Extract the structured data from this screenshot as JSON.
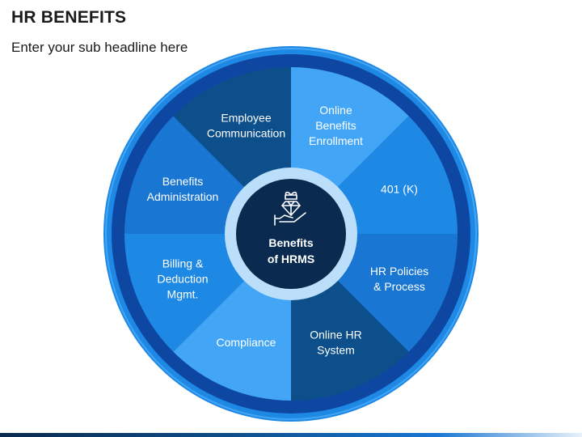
{
  "title": "HR BENEFITS",
  "subtitle": "Enter your sub headline here",
  "center": {
    "lines": [
      "Benefits",
      "of HRMS"
    ],
    "icon": "hand-diamond-gift-icon"
  },
  "segments": [
    {
      "name": "online-benefits-enrollment",
      "lines": [
        "Online",
        "Benefits",
        "Enrollment"
      ],
      "color": "#42a5f5"
    },
    {
      "name": "401k",
      "lines": [
        "401 (K)"
      ],
      "color": "#1e88e5"
    },
    {
      "name": "hr-policies-process",
      "lines": [
        "HR Policies",
        "& Process"
      ],
      "color": "#1976d2"
    },
    {
      "name": "online-hr-system",
      "lines": [
        "Online HR",
        "System"
      ],
      "color": "#0d4f8b"
    },
    {
      "name": "compliance",
      "lines": [
        "Compliance"
      ],
      "color": "#42a5f5"
    },
    {
      "name": "billing-deduction-mgmt",
      "lines": [
        "Billing &",
        "Deduction",
        "Mgmt."
      ],
      "color": "#1e88e5"
    },
    {
      "name": "benefits-administration",
      "lines": [
        "Benefits",
        "Administration"
      ],
      "color": "#1976d2"
    },
    {
      "name": "employee-communication",
      "lines": [
        "Employee",
        "Communication"
      ],
      "color": "#0d4f8b"
    }
  ],
  "colors": {
    "outer_ring": "#1e88e5",
    "outer_ring_edge": "#42a5f5",
    "inner_ring": "#0d47a1",
    "center_ring": "#bbdefb",
    "center_fill": "#0a2a4f"
  }
}
